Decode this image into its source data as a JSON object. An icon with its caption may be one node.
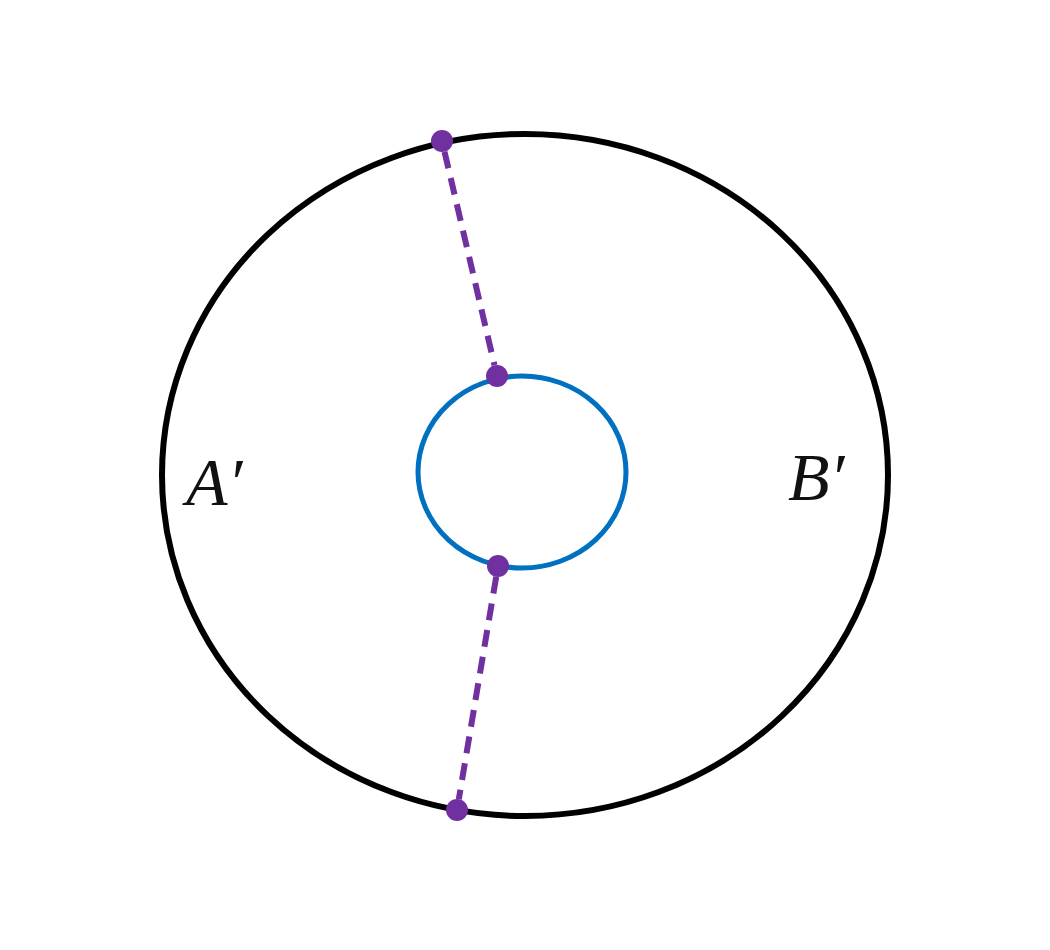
{
  "diagram": {
    "nodes": [
      {
        "text": [],
        "shape": "dot"
      },
      {
        "text": [],
        "shape": "dot"
      },
      {
        "text": [],
        "shape": "dot"
      },
      {
        "text": [],
        "shape": "dot"
      }
    ],
    "edges": [
      {
        "from": 0,
        "to": 1,
        "arrow": "none",
        "style": "dashed",
        "color": "#7030a0"
      },
      {
        "from": 2,
        "to": 3,
        "arrow": "none",
        "style": "dashed",
        "color": "#7030a0"
      }
    ],
    "labels": [
      "A′",
      "B′"
    ]
  }
}
